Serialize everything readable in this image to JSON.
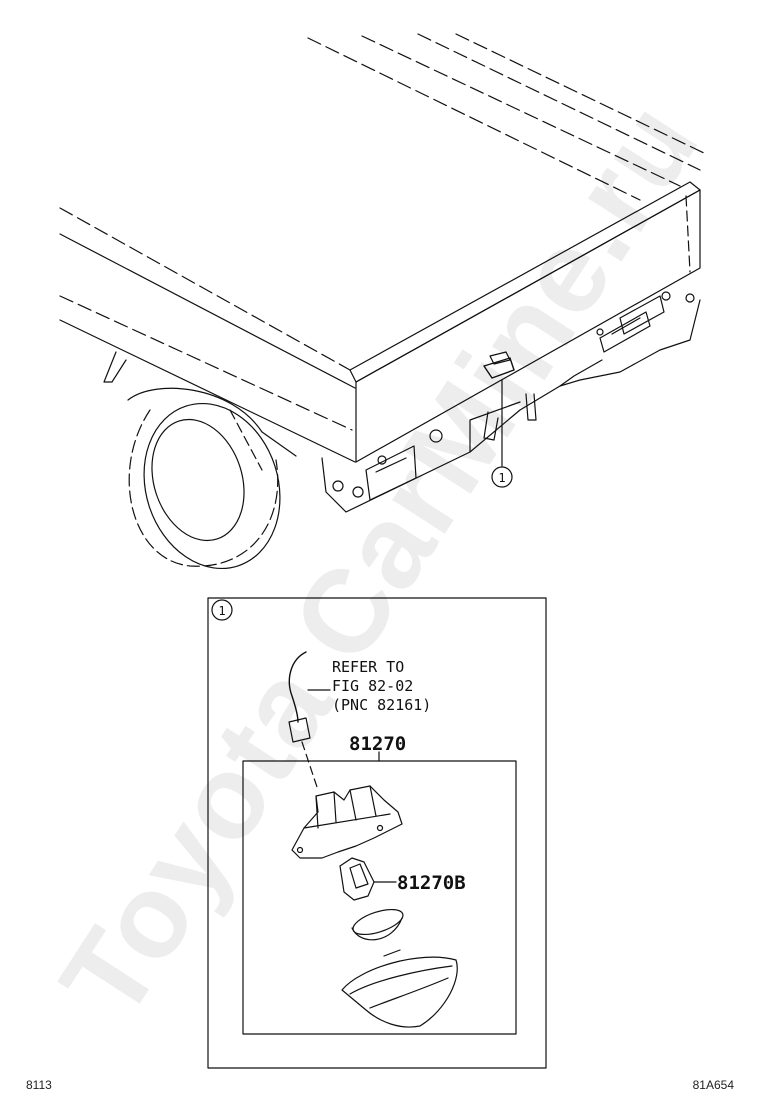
{
  "watermark": "Toyota CarMine.ru",
  "callout_number": "1",
  "refer_note": {
    "line1": "REFER TO",
    "line2": "FIG 82-02",
    "line3": "(PNC 82161)"
  },
  "parts": {
    "lamp_assembly": "81270",
    "bulb": "81270B"
  },
  "footer": {
    "figure_code": "8113",
    "illustration_code": "81A654"
  }
}
